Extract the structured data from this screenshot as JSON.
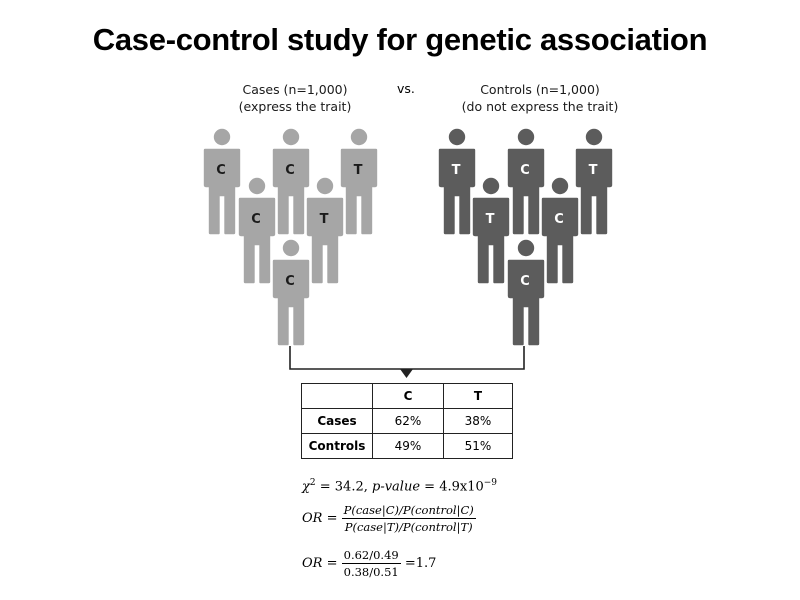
{
  "title": "Case-control study for genetic association",
  "cases": {
    "header_line1": "Cases (n=1,000)",
    "header_line2": "(express the trait)",
    "color": "#a6a6a6",
    "alleles": [
      "C",
      "C",
      "T",
      "C",
      "T",
      "C"
    ]
  },
  "vs_label": "vs.",
  "controls": {
    "header_line1": "Controls (n=1,000)",
    "header_line2": "(do not express the trait)",
    "color": "#5c5c5c",
    "alleles": [
      "T",
      "C",
      "T",
      "T",
      "C",
      "C"
    ]
  },
  "table": {
    "headers": [
      "",
      "C",
      "T"
    ],
    "rows": [
      {
        "label": "Cases",
        "C": "62%",
        "T": "38%"
      },
      {
        "label": "Controls",
        "C": "49%",
        "T": "51%"
      }
    ]
  },
  "formulas": {
    "chi_lhs": "χ",
    "chi_exp": "2",
    "chi_eq": " = 34.2, ",
    "pvalue_label": "p-value",
    "pvalue_eq": " = 4.9x10",
    "pvalue_exp": "−9",
    "or_label": "OR",
    "or_eq": " = ",
    "or_num": "P(case|C)/P(control|C)",
    "or_den": "P(case|T)/P(control|T)",
    "or_value_num": "0.62/0.49",
    "or_value_den": "0.38/0.51",
    "or_value": " =1.7"
  }
}
